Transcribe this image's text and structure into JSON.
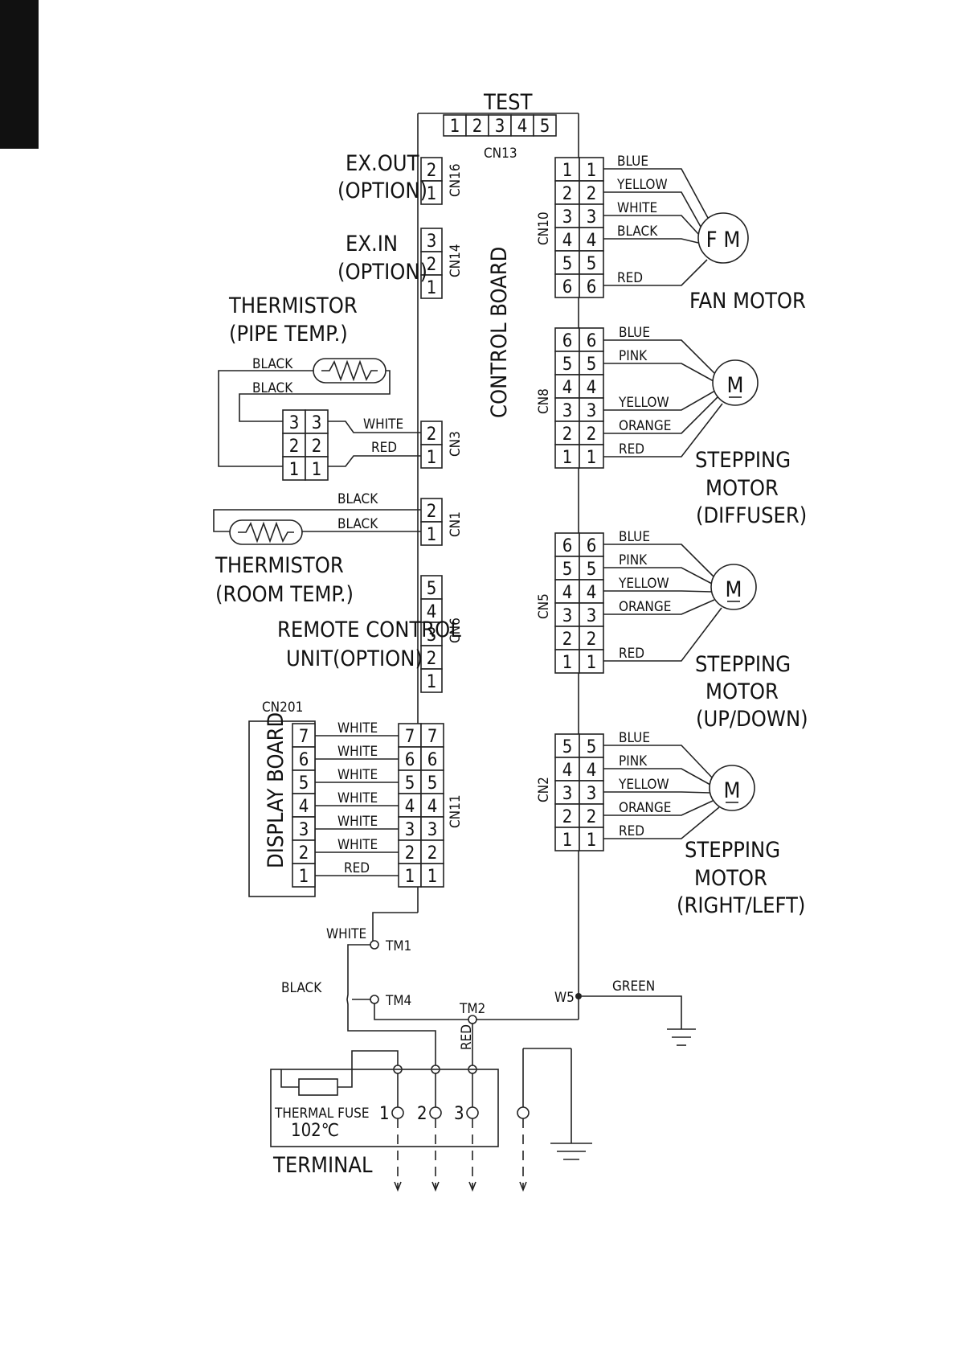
{
  "test": {
    "label": "TEST",
    "pins": [
      "1",
      "2",
      "3",
      "4",
      "5"
    ],
    "connector": "CN13"
  },
  "board_label": "CONTROL BOARD",
  "left": {
    "cn16": {
      "name": "CN16",
      "pins": [
        "2",
        "1"
      ],
      "label1": "EX.OUT",
      "label2": "(OPTION)"
    },
    "cn14": {
      "name": "CN14",
      "pins": [
        "3",
        "2",
        "1"
      ],
      "label1": "EX.IN",
      "label2": "(OPTION)"
    },
    "cn3": {
      "name": "CN3",
      "pins": [
        "2",
        "1"
      ],
      "wires": [
        "WHITE",
        "RED"
      ]
    },
    "pipe": {
      "label1": "THERMISTOR",
      "label2": "(PIPE TEMP.)",
      "wires": [
        "BLACK",
        "BLACK"
      ],
      "pins": [
        "3",
        "2",
        "1"
      ]
    },
    "cn1": {
      "name": "CN1",
      "pins": [
        "2",
        "1"
      ],
      "wires": [
        "BLACK",
        "BLACK"
      ]
    },
    "room": {
      "label1": "THERMISTOR",
      "label2": "(ROOM TEMP.)"
    },
    "cn6": {
      "name": "CN6",
      "pins": [
        "5",
        "4",
        "3",
        "2",
        "1"
      ],
      "label1": "REMOTE CONTROL",
      "label2": "UNIT(OPTION)"
    },
    "cn11": {
      "name": "CN11",
      "pins": [
        "7",
        "6",
        "5",
        "4",
        "3",
        "2",
        "1"
      ],
      "wires": [
        "WHITE",
        "WHITE",
        "WHITE",
        "WHITE",
        "WHITE",
        "WHITE",
        "RED"
      ]
    },
    "display": {
      "name": "CN201",
      "label": "DISPLAY BOARD",
      "pins": [
        "7",
        "6",
        "5",
        "4",
        "3",
        "2",
        "1"
      ]
    }
  },
  "right": {
    "cn10": {
      "name": "CN10",
      "pins": [
        "1",
        "2",
        "3",
        "4",
        "5",
        "6"
      ],
      "wires": [
        "BLUE",
        "YELLOW",
        "WHITE",
        "BLACK",
        "RED"
      ],
      "motor": "F M",
      "motor_label": "FAN MOTOR"
    },
    "cn8": {
      "name": "CN8",
      "pins": [
        "6",
        "5",
        "4",
        "3",
        "2",
        "1"
      ],
      "wires": [
        "BLUE",
        "PINK",
        "YELLOW",
        "ORANGE",
        "RED"
      ],
      "motor_label1": "STEPPING",
      "motor_label2": "MOTOR",
      "motor_label3": "(DIFFUSER)"
    },
    "cn5": {
      "name": "CN5",
      "pins": [
        "6",
        "5",
        "4",
        "3",
        "2",
        "1"
      ],
      "wires": [
        "BLUE",
        "PINK",
        "YELLOW",
        "ORANGE",
        "RED"
      ],
      "motor_label1": "STEPPING",
      "motor_label2": "MOTOR",
      "motor_label3": "(UP/DOWN)"
    },
    "cn2": {
      "name": "CN2",
      "pins": [
        "5",
        "4",
        "3",
        "2",
        "1"
      ],
      "wires": [
        "BLUE",
        "PINK",
        "YELLOW",
        "ORANGE",
        "RED"
      ],
      "motor_label1": "STEPPING",
      "motor_label2": "MOTOR",
      "motor_label3": "(RIGHT/LEFT)"
    }
  },
  "bottom": {
    "tm1": "TM1",
    "tm4": "TM4",
    "tm2": "TM2",
    "w5": "W5",
    "white": "WHITE",
    "black": "BLACK",
    "red": "RED",
    "green": "GREEN",
    "fuse1": "THERMAL FUSE",
    "fuse2": "102℃",
    "terminal": "TERMINAL",
    "terms": [
      "1",
      "2",
      "3"
    ]
  }
}
